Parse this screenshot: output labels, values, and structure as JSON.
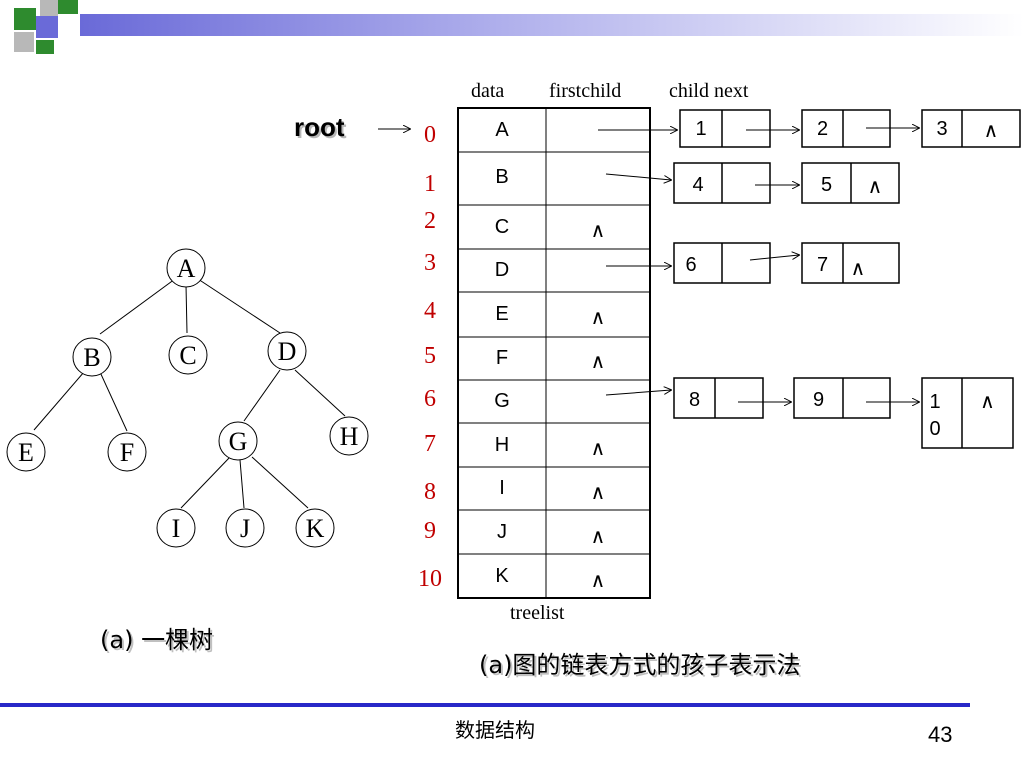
{
  "headers": {
    "data": "data",
    "firstchild": "firstchild",
    "childnext": "child next"
  },
  "root_label": "root",
  "tree_nodes": [
    {
      "label": "A"
    },
    {
      "label": "B"
    },
    {
      "label": "C"
    },
    {
      "label": "D"
    },
    {
      "label": "E"
    },
    {
      "label": "F"
    },
    {
      "label": "G"
    },
    {
      "label": "H"
    },
    {
      "label": "I"
    },
    {
      "label": "J"
    },
    {
      "label": "K"
    }
  ],
  "treelist": [
    {
      "index": "0",
      "data": "A",
      "firstchild": ""
    },
    {
      "index": "1",
      "data": "B",
      "firstchild": ""
    },
    {
      "index": "2",
      "data": "C",
      "firstchild": "∧"
    },
    {
      "index": "3",
      "data": "D",
      "firstchild": ""
    },
    {
      "index": "4",
      "data": "E",
      "firstchild": "∧"
    },
    {
      "index": "5",
      "data": "F",
      "firstchild": "∧"
    },
    {
      "index": "6",
      "data": "G",
      "firstchild": ""
    },
    {
      "index": "7",
      "data": "H",
      "firstchild": "∧"
    },
    {
      "index": "8",
      "data": "I",
      "firstchild": "∧"
    },
    {
      "index": "9",
      "data": "J",
      "firstchild": "∧"
    },
    {
      "index": "10",
      "data": "K",
      "firstchild": "∧"
    }
  ],
  "child_lists": [
    {
      "row": "0",
      "nodes": [
        {
          "child": "1",
          "next": ""
        },
        {
          "child": "2",
          "next": ""
        },
        {
          "child": "3",
          "next": "∧"
        }
      ]
    },
    {
      "row": "1",
      "nodes": [
        {
          "child": "4",
          "next": ""
        },
        {
          "child": "5",
          "next": "∧"
        }
      ]
    },
    {
      "row": "3",
      "nodes": [
        {
          "child": "6",
          "next": ""
        },
        {
          "child": "7",
          "next": "∧"
        }
      ]
    },
    {
      "row": "6",
      "nodes": [
        {
          "child": "8",
          "next": ""
        },
        {
          "child": "9",
          "next": ""
        },
        {
          "child": "1\n0",
          "next": "∧"
        }
      ]
    }
  ],
  "treelist_label": "treelist",
  "caption_tree": "(a) 一棵树",
  "caption_rep": "(a)图的链表方式的孩子表示法",
  "footer": "数据结构",
  "page_number": "43",
  "colors": {
    "index_red": "#c00000",
    "footer_line": "#2828c8",
    "deco_green": "#2e8b2e",
    "deco_purple": "#6a6ad8"
  }
}
